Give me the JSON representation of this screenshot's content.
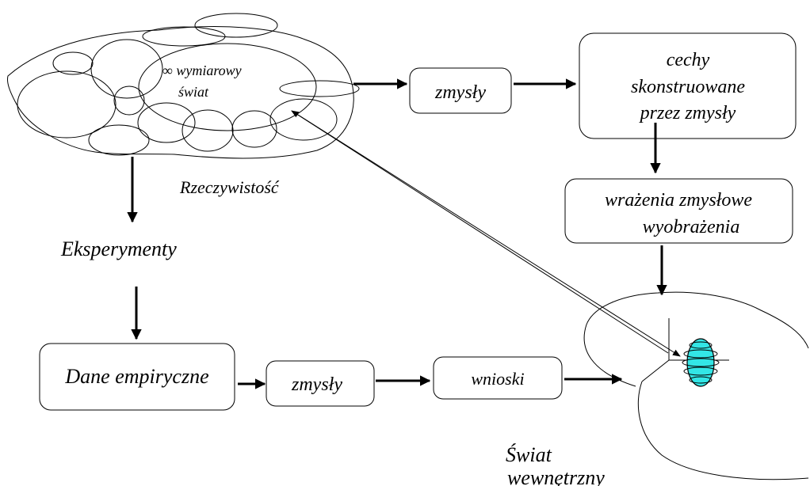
{
  "reality": {
    "inner_line1": "∞  wymiarowy",
    "inner_line2": "świat",
    "caption": "Rzeczywistość"
  },
  "top_row": {
    "senses_box": "zmysły",
    "constructed_features": [
      "cechy",
      "skonstruowane",
      "przez zmysły"
    ],
    "impressions": [
      "wrażenia zmysłowe",
      "wyobrażenia"
    ]
  },
  "left_column": {
    "experiments": "Eksperymenty",
    "empirical_data": "Dane empiryczne"
  },
  "bottom_row": {
    "senses_box": "zmysły",
    "conclusions_box": "wnioski"
  },
  "inner_world": {
    "caption_line1": "Świat",
    "caption_line2": "wewnętrzny"
  }
}
